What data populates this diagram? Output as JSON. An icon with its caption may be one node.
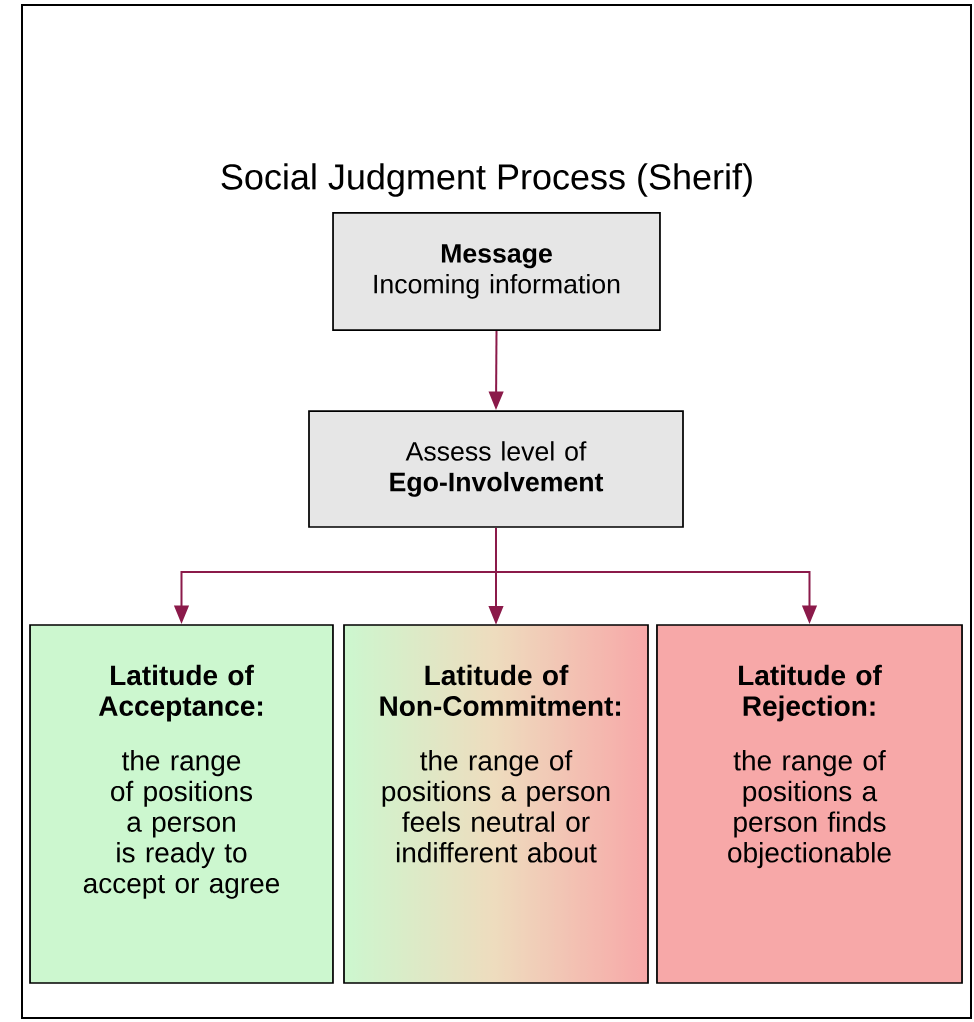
{
  "diagram": {
    "title": "Social Judgment Process (Sherif)",
    "nodes": [
      {
        "text": [
          "Message",
          "Incoming information"
        ]
      },
      {
        "text": [
          "Assess level of",
          "Ego-Involvement"
        ]
      },
      {
        "text": [
          "Latitude of Acceptance:",
          "the range of positions a person is ready to accept or agree"
        ]
      },
      {
        "text": [
          "Latitude of Non-Commitment:",
          "the range of positions a person feels neutral or indifferent about"
        ]
      },
      {
        "text": [
          "Latitude of Rejection:",
          "the range of positions a person finds objectionable"
        ]
      }
    ],
    "edges": [
      {
        "from": 0,
        "to": 1,
        "arrow": "to"
      },
      {
        "from": 1,
        "to": 2,
        "arrow": "to"
      },
      {
        "from": 1,
        "to": 3,
        "arrow": "to"
      },
      {
        "from": 1,
        "to": 4,
        "arrow": "to"
      }
    ]
  }
}
